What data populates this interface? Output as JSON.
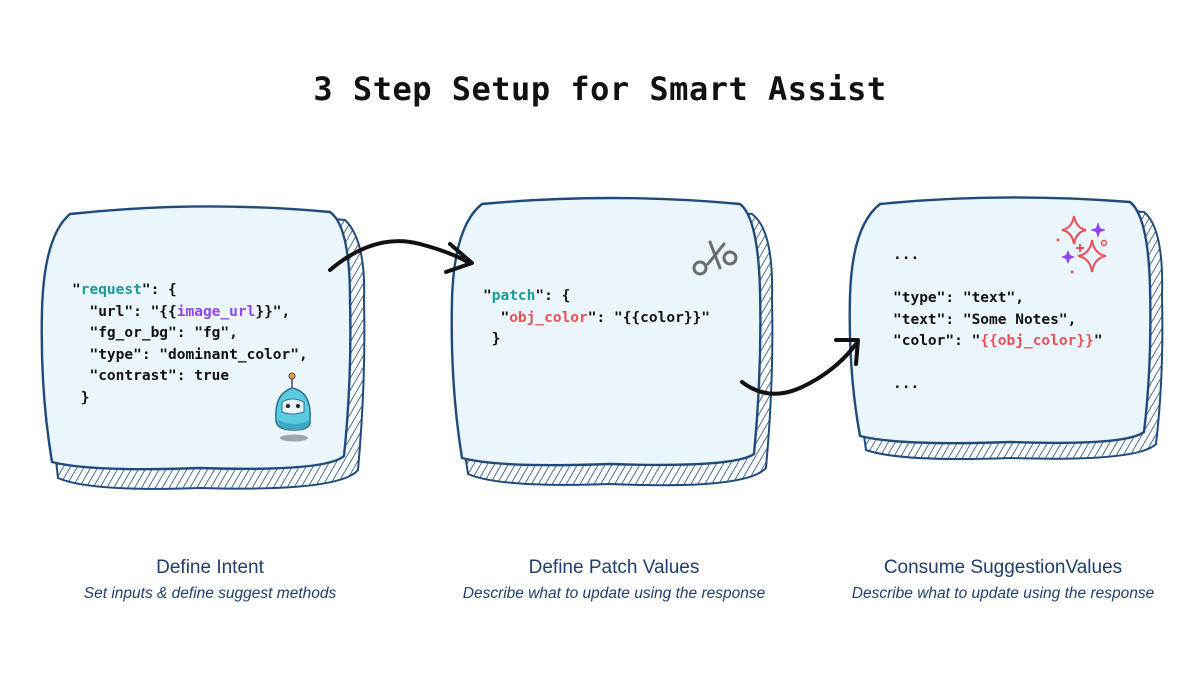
{
  "title": "3 Step Setup for Smart Assist",
  "colors": {
    "card_fill": "#eaf6fc",
    "card_stroke": "#1f4a7d",
    "arrow": "#111111",
    "caption_text": "#1f3d6e",
    "key_teal": "#1a9a9a",
    "key_purple": "#8e44ef",
    "key_red": "#ef4d56"
  },
  "steps": [
    {
      "heading": "Define Intent",
      "subtitle": "Set inputs & define suggest methods",
      "icon": "robot-mascot-icon",
      "code": {
        "l1_q1": "\"",
        "l1_key": "request",
        "l1_rest": "\": {",
        "l2_pre": "  \"url\": \"{{",
        "l2_var": "image_url",
        "l2_post": "}}\",",
        "l3": "  \"fg_or_bg\": \"fg\",",
        "l4": "  \"type\": \"dominant_color\",",
        "l5": "  \"contrast\": true",
        "l6": " }"
      }
    },
    {
      "heading": "Define Patch Values",
      "subtitle": "Describe what to update using the response",
      "icon": "scissors-icon",
      "code": {
        "l1_q1": "\"",
        "l1_key": "patch",
        "l1_rest": "\": {",
        "l2_pre": "  \"",
        "l2_key": "obj_color",
        "l2_post": "\": \"{{color}}\"",
        "l3": " }"
      }
    },
    {
      "heading": "Consume SuggestionValues",
      "subtitle": "Describe what to update using the response",
      "icon": "sparkles-icon",
      "code": {
        "l1": "...",
        "l2": "\"type\": \"text\",",
        "l3": "\"text\": \"Some Notes\",",
        "l4_pre": "\"color\": \"",
        "l4_var": "{{obj_color}}",
        "l4_post": "\"",
        "l5": "..."
      }
    }
  ]
}
